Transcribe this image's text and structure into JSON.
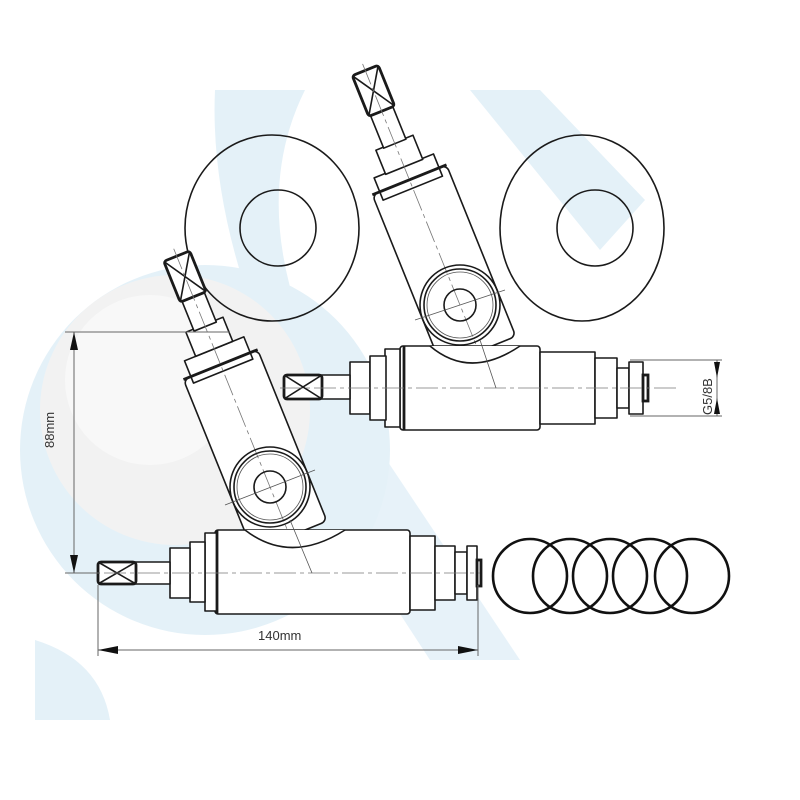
{
  "drawing": {
    "type": "technical-drawing",
    "subject": "angle valve assembly with cover rosettes and o-rings",
    "dimensions": {
      "height_label": "88mm",
      "length_label": "140mm",
      "thread_label": "G5/8B"
    },
    "parts": [
      {
        "name": "cover-rosette",
        "count": 2
      },
      {
        "name": "valve-body-top-view",
        "count": 1
      },
      {
        "name": "valve-body-side-view",
        "count": 1
      },
      {
        "name": "o-ring",
        "count": 5
      }
    ],
    "colors": {
      "line": "#1a1a1a",
      "watermark": "#e4f1f8",
      "background": "#ffffff"
    }
  }
}
